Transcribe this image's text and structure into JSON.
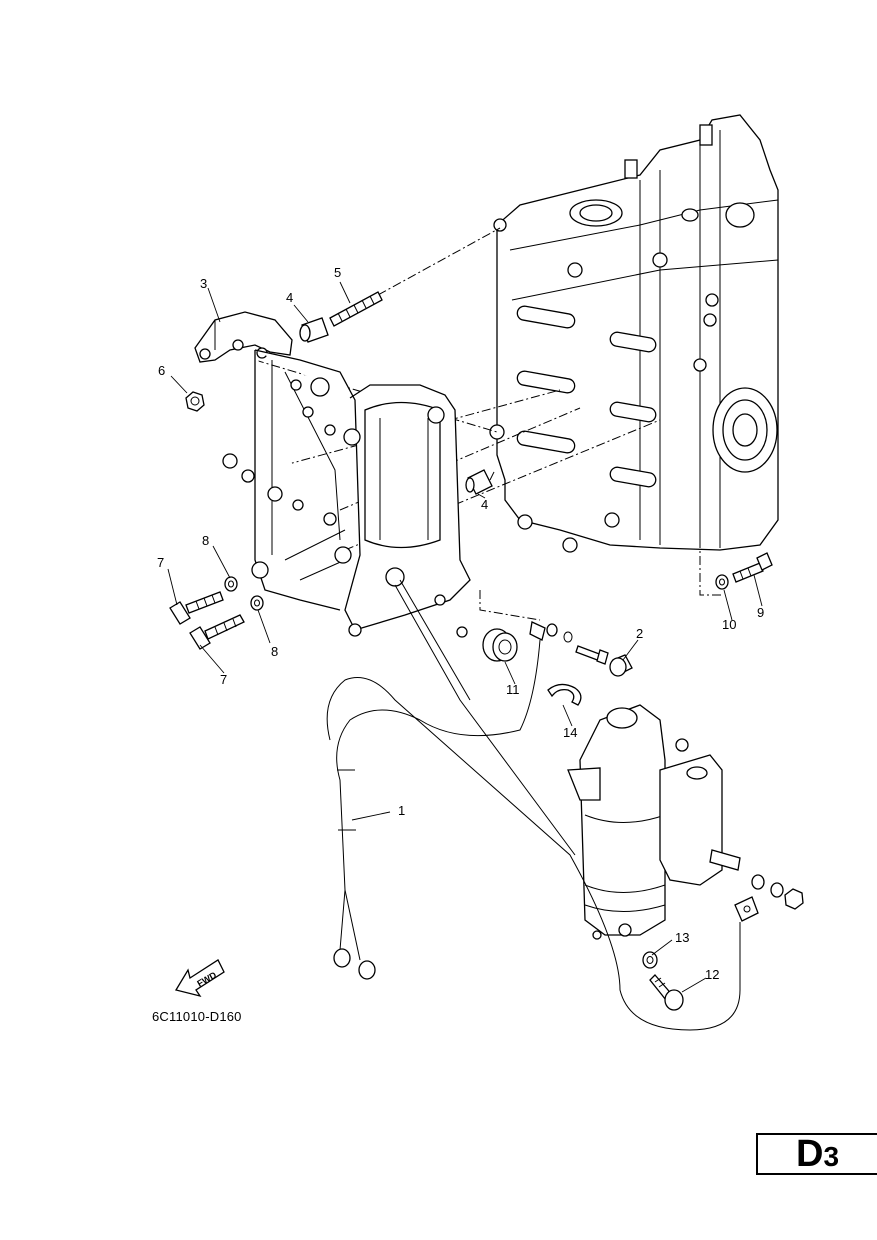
{
  "callouts": [
    {
      "id": "c1",
      "text": "1"
    },
    {
      "id": "c2",
      "text": "2"
    },
    {
      "id": "c3",
      "text": "3"
    },
    {
      "id": "c4a",
      "text": "4"
    },
    {
      "id": "c4b",
      "text": "4"
    },
    {
      "id": "c5",
      "text": "5"
    },
    {
      "id": "c6",
      "text": "6"
    },
    {
      "id": "c7a",
      "text": "7"
    },
    {
      "id": "c7b",
      "text": "7"
    },
    {
      "id": "c8a",
      "text": "8"
    },
    {
      "id": "c8b",
      "text": "8"
    },
    {
      "id": "c9",
      "text": "9"
    },
    {
      "id": "c10",
      "text": "10"
    },
    {
      "id": "c11",
      "text": "11"
    },
    {
      "id": "c12",
      "text": "12"
    },
    {
      "id": "c13",
      "text": "13"
    },
    {
      "id": "c14",
      "text": "14"
    }
  ],
  "fwd_label": "FWD",
  "diagram_code": "6C11010-D160",
  "page_badge": {
    "letter": "D",
    "number": "3"
  }
}
